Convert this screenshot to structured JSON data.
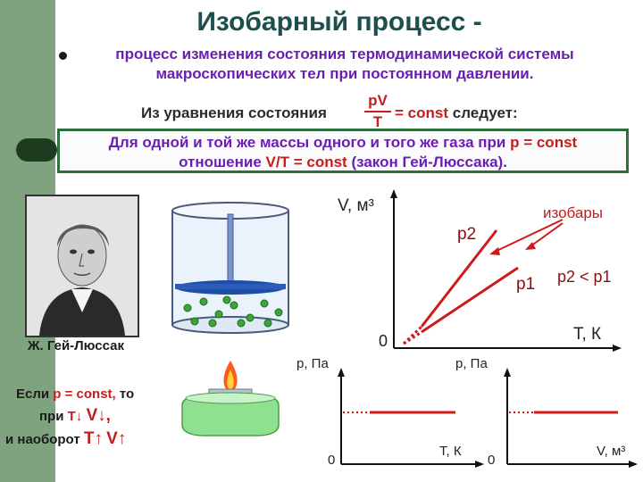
{
  "slide": {
    "title": "Изобарный процесс -",
    "definition_line1": "процесс изменения состояния термодинамической системы",
    "definition_line2": "макроскопических тел при постоянном давлении.",
    "equation_prefix": "Из уравнения состояния",
    "equation_numerator": "pV",
    "equation_denominator": "T",
    "equation_const": "= const",
    "equation_suffix": "следует:",
    "law_line1_part1": "Для одной и той же массы одного и того же газа при",
    "law_line1_part2": "p = const",
    "law_line2_part1": "отношение",
    "law_line2_part2": "V/T = const",
    "law_line2_part3": "(закон Гей-Люссака)."
  },
  "portrait": {
    "caption": "Ж. Гей-Люссак"
  },
  "rule": {
    "line1_part1": "Если",
    "line1_part2": "p = const,",
    "line1_part3": "то",
    "line2_part1": "при",
    "line2_part2": "T↓",
    "line2_part3": "V↓,",
    "line3_part1": "и наоборот",
    "line3_part2": "T↑",
    "line3_part3": "V↑"
  },
  "main_graph": {
    "y_axis_label": "V, м³",
    "x_axis_label": "T, К",
    "origin_label": "0",
    "line_p2_label": "p2",
    "line_p1_label": "p1",
    "relation_label": "p2 < p1",
    "isobars_label": "изобары"
  },
  "graph_pT": {
    "y_axis_label": "p, Па",
    "x_axis_label": "T, К",
    "origin_label": "0"
  },
  "graph_pV": {
    "y_axis_label": "p, Па",
    "x_axis_label": "V, м³",
    "origin_label": "0"
  },
  "colors": {
    "title": "#1d4f4f",
    "definition": "#6a1fb3",
    "accent_red": "#c41d1d",
    "box_border": "#2f6f3f",
    "sidebar": "#7fa37f"
  }
}
